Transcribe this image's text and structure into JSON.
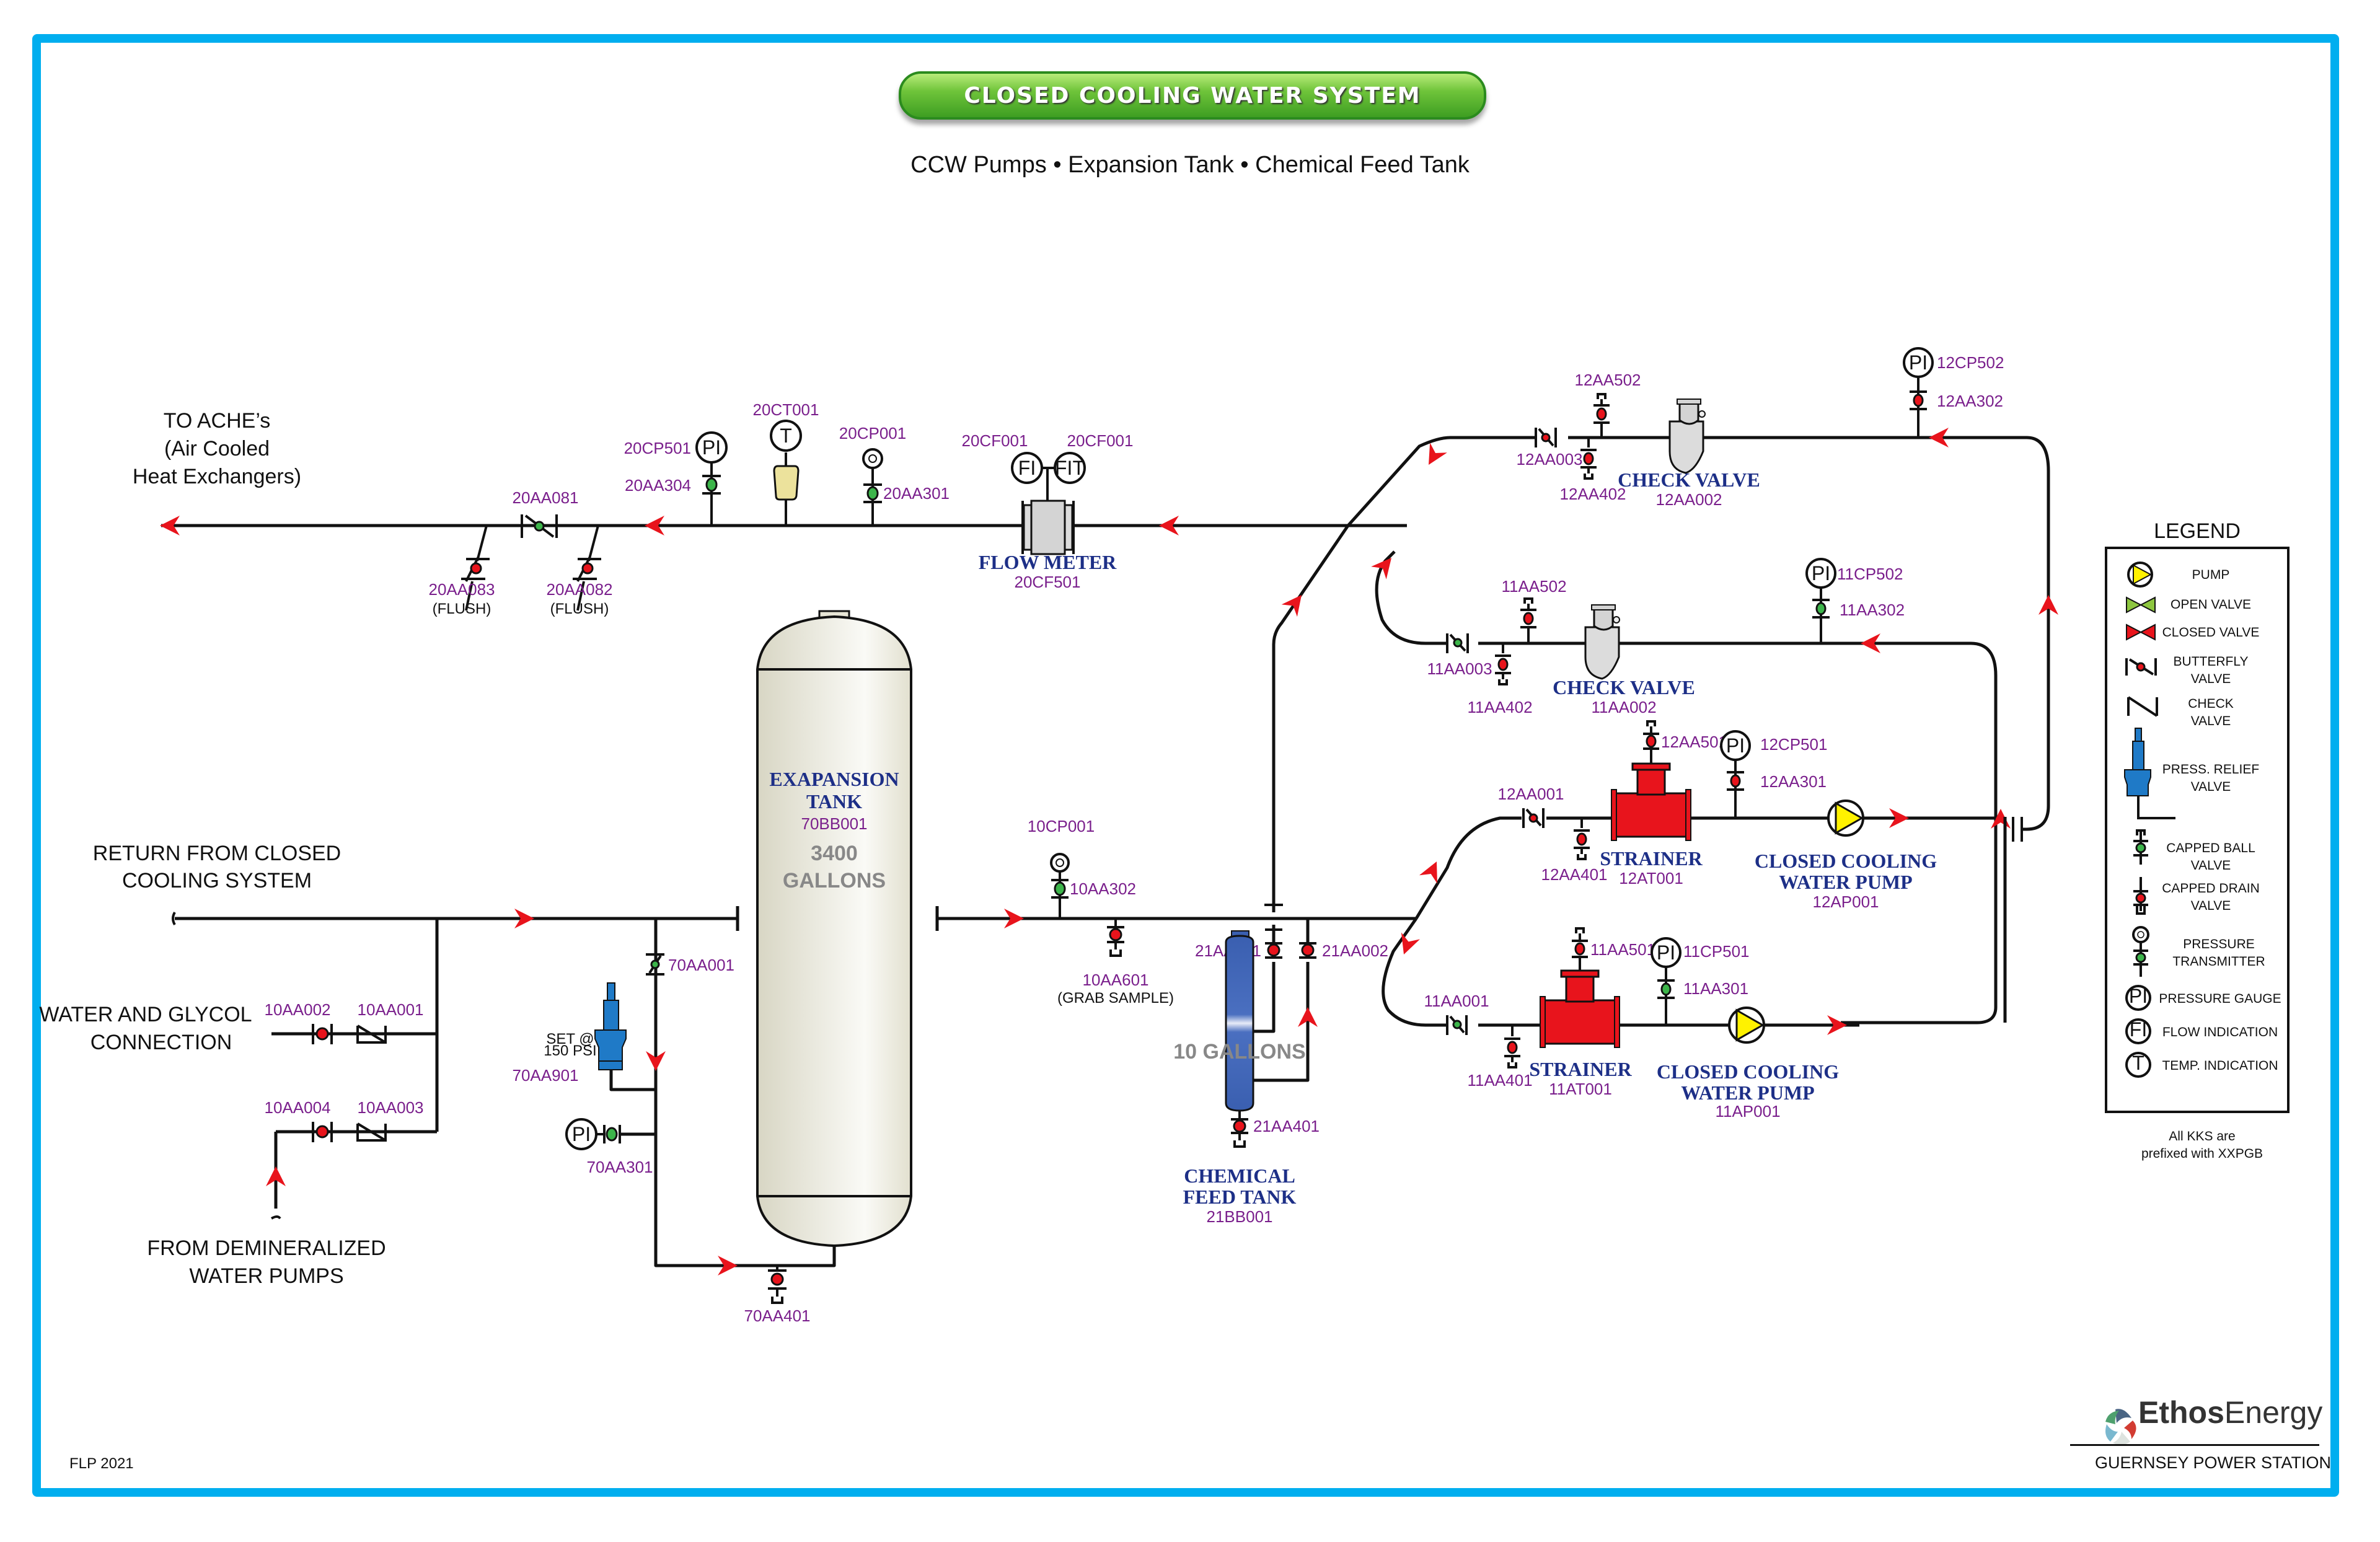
{
  "header": {
    "title": "CLOSED COOLING WATER SYSTEM",
    "subtitle": "CCW Pumps • Expansion Tank • Chemical Feed Tank"
  },
  "colors": {
    "frame": "#00aeef",
    "tag_text": "#7a1f8c",
    "equipment_text": "#1d2f87",
    "flow_arrow": "#e8141c",
    "closed_valve": "#e8141c",
    "open_valve": "#3cb54a",
    "pump": "#fff200",
    "strainer": "#e8141c",
    "relief_valve": "#1f7ac7",
    "chem_tank": "#3a5fb0",
    "demin_arrow": "#29a8e0"
  },
  "labels": {
    "to_ache": [
      "TO ACHE’s",
      "(Air Cooled",
      "Heat Exchangers)"
    ],
    "return_from": [
      "RETURN FROM CLOSED",
      "COOLING SYSTEM"
    ],
    "water_glycol": [
      "WATER AND GLYCOL",
      "CONNECTION"
    ],
    "from_demin": [
      "FROM DEMINERALIZED",
      "WATER PUMPS"
    ],
    "flush": "(FLUSH)",
    "grab_sample": "(GRAB SAMPLE)",
    "relief_set": [
      "SET @",
      "150 PSI"
    ]
  },
  "equipment": {
    "flow_meter": {
      "name": "FLOW METER",
      "tag": "20CF501"
    },
    "expansion_tank": {
      "name": [
        "EXAPANSION",
        "TANK"
      ],
      "tag": "70BB001",
      "capacity": [
        "3400",
        "GALLONS"
      ]
    },
    "chem_tank": {
      "name": [
        "CHEMICAL",
        "FEED TANK"
      ],
      "tag": "21BB001",
      "capacity": "10 GALLONS"
    },
    "check_valve_12": {
      "name": "CHECK VALVE",
      "tag": "12AA002"
    },
    "check_valve_11": {
      "name": "CHECK VALVE",
      "tag": "11AA002"
    },
    "strainer_12": {
      "name": "STRAINER",
      "tag": "12AT001"
    },
    "strainer_11": {
      "name": "STRAINER",
      "tag": "11AT001"
    },
    "pump_12": {
      "name": [
        "CLOSED COOLING",
        "WATER PUMP"
      ],
      "tag": "12AP001"
    },
    "pump_11": {
      "name": [
        "CLOSED COOLING",
        "WATER PUMP"
      ],
      "tag": "11AP001"
    }
  },
  "instruments": {
    "pi": "PI",
    "t": "T",
    "fi": "FI",
    "fit": "FIT"
  },
  "tags": {
    "t20CP501": "20CP501",
    "t20AA304": "20AA304",
    "t20CT001": "20CT001",
    "t20CP001": "20CP001",
    "t20AA301": "20AA301",
    "t20CF001a": "20CF001",
    "t20CF001b": "20CF001",
    "t20AA081": "20AA081",
    "t20AA083": "20AA083",
    "t20AA082": "20AA082",
    "t12AA502": "12AA502",
    "t12AA003": "12AA003",
    "t12AA402": "12AA402",
    "t12CP502": "12CP502",
    "t12AA302": "12AA302",
    "t11AA502": "11AA502",
    "t11AA003": "11AA003",
    "t11AA402": "11AA402",
    "t11CP502": "11CP502",
    "t11AA302": "11AA302",
    "t12AA001": "12AA001",
    "t12AA401": "12AA401",
    "t12AA501": "12AA501",
    "t12CP501": "12CP501",
    "t12AA301": "12AA301",
    "t11AA001": "11AA001",
    "t11AA401": "11AA401",
    "t11AA501": "11AA501",
    "t11CP501": "11CP501",
    "t11AA301": "11AA301",
    "t10CP001": "10CP001",
    "t10AA302": "10AA302",
    "t10AA601": "10AA601",
    "t21AA001": "21AA001",
    "t21AA002": "21AA002",
    "t21AA401": "21AA401",
    "t10AA002": "10AA002",
    "t10AA001": "10AA001",
    "t10AA004": "10AA004",
    "t10AA003": "10AA003",
    "t70AA001": "70AA001",
    "t70AA901": "70AA901",
    "t70AA301": "70AA301",
    "t70AA401": "70AA401"
  },
  "legend": {
    "title": "LEGEND",
    "items": [
      {
        "icon": "pump-icon",
        "label": [
          "PUMP"
        ]
      },
      {
        "icon": "open-valve-icon",
        "label": [
          "OPEN VALVE"
        ]
      },
      {
        "icon": "closed-valve-icon",
        "label": [
          "CLOSED VALVE"
        ]
      },
      {
        "icon": "butterfly-valve-icon",
        "label": [
          "BUTTERFLY",
          "VALVE"
        ]
      },
      {
        "icon": "check-valve-icon",
        "label": [
          "CHECK",
          "VALVE"
        ]
      },
      {
        "icon": "pressure-relief-valve-icon",
        "label": [
          "PRESS. RELIEF",
          "VALVE"
        ]
      },
      {
        "icon": "capped-ball-valve-icon",
        "label": [
          "CAPPED BALL",
          "VALVE"
        ]
      },
      {
        "icon": "capped-drain-valve-icon",
        "label": [
          "CAPPED DRAIN",
          "VALVE"
        ]
      },
      {
        "icon": "pressure-transmitter-icon",
        "label": [
          "PRESSURE",
          "TRANSMITTER"
        ]
      },
      {
        "icon": "pressure-gauge-icon",
        "label": [
          "PRESSURE GAUGE"
        ]
      },
      {
        "icon": "flow-indication-icon",
        "label": [
          "FLOW INDICATION"
        ]
      },
      {
        "icon": "temp-indication-icon",
        "label": [
          "TEMP. INDICATION"
        ]
      }
    ],
    "note": [
      "All KKS are",
      "prefixed with XXPGB"
    ]
  },
  "footer": {
    "left": "FLP 2021",
    "brand_bold": "Ethos",
    "brand_light": "Energy",
    "station": "GUERNSEY POWER STATION"
  }
}
